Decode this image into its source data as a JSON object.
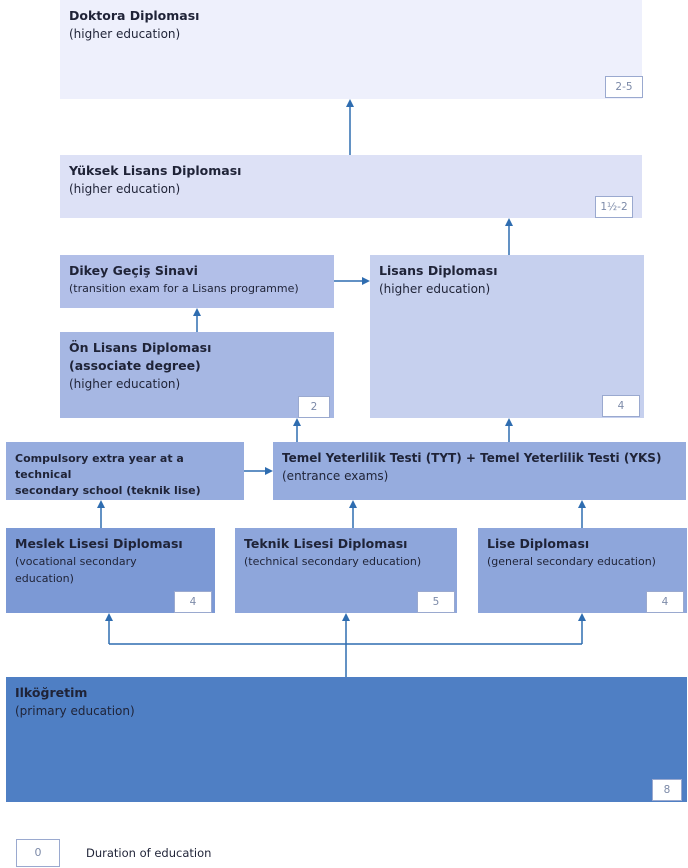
{
  "boxes": {
    "doktora": {
      "title": "Doktora Diploması",
      "sub": "(higher education)",
      "duration": "2-5"
    },
    "yuksek_lisans": {
      "title": "Yüksek Lisans Diploması",
      "sub": "(higher education)",
      "duration": "1½-2"
    },
    "dikey_gecis": {
      "title": "Dikey Geçiş Sinavi",
      "sub": "(transition exam for a Lisans programme)"
    },
    "lisans": {
      "title": "Lisans Diploması",
      "sub": "(higher education)",
      "duration": "4"
    },
    "on_lisans": {
      "title1": "Ön Lisans Diploması",
      "title2": "(associate degree)",
      "sub": "(higher education)",
      "duration": "2"
    },
    "compulsory": {
      "line1": "Compulsory extra year at a technical",
      "line2": "secondary school (teknik lise)"
    },
    "tyt_yks": {
      "title": "Temel Yeterlilik Testi (TYT) + Temel Yeterlilik Testi (YKS)",
      "sub": "(entrance exams)"
    },
    "meslek": {
      "title": "Meslek Lisesi Diploması",
      "sub1": "(vocational secondary",
      "sub2": "education)",
      "duration": "4"
    },
    "teknik": {
      "title": "Teknik Lisesi Diploması",
      "sub": "(technical secondary education)",
      "duration": "5"
    },
    "lise": {
      "title": "Lise Diploması",
      "sub": "(general secondary education)",
      "duration": "4"
    },
    "ilkogretim": {
      "title": "Ilköğretim",
      "sub": "(primary education)",
      "duration": "8"
    }
  },
  "legend": {
    "sample": "0",
    "label": "Duration of education"
  },
  "colors": {
    "arrow": "#2f6db0"
  }
}
